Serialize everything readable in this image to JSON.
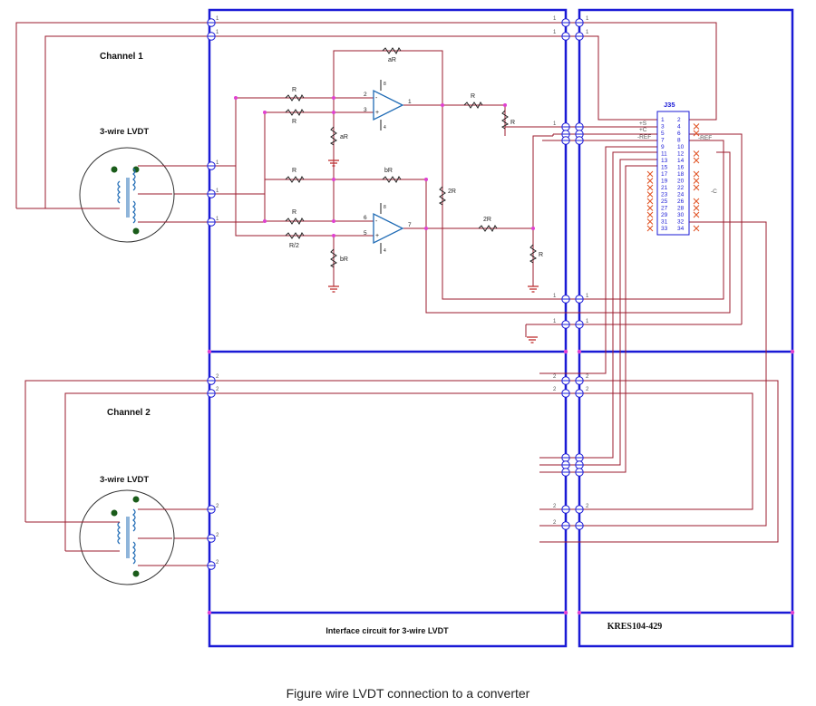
{
  "channel1": {
    "heading": "Channel 1",
    "lvdt_label": "3-wire LVDT"
  },
  "channel2": {
    "heading": "Channel 2",
    "lvdt_label": "3-wire LVDT"
  },
  "components": {
    "resistor_R": "R",
    "resistor_aR": "aR",
    "resistor_bR": "bR",
    "resistor_2R": "2R",
    "resistor_R2": "R/2"
  },
  "opamp_pins": {
    "u1_inv": "2",
    "u1_noninv": "3",
    "u1_out": "1",
    "u2_inv": "6",
    "u2_noninv": "5",
    "u2_out": "7",
    "supply_plus": "8",
    "supply_minus": "4",
    "sign_minus": "-",
    "sign_plus": "+"
  },
  "terminal_marks": {
    "ch1": "1",
    "ch2": "2"
  },
  "connector": {
    "name": "J35",
    "left_pins": [
      "1",
      "3",
      "5",
      "7",
      "9",
      "11",
      "13",
      "15",
      "17",
      "19",
      "21",
      "23",
      "25",
      "27",
      "29",
      "31",
      "33"
    ],
    "right_pins": [
      "2",
      "4",
      "6",
      "8",
      "10",
      "12",
      "14",
      "16",
      "18",
      "20",
      "22",
      "24",
      "26",
      "28",
      "30",
      "32",
      "34"
    ],
    "left_signals": [
      "+S",
      "+C",
      "-REF"
    ],
    "ref_label": "-REF",
    "c_label": "-C"
  },
  "blocks": {
    "interface_title": "Interface circuit for 3-wire LVDT",
    "converter_title": "KRES104-429"
  },
  "caption": "Figure wire LVDT connection to a converter",
  "colors": {
    "frame": "#1a1ad6",
    "wire": "#9b1b2e",
    "component": "#1f6bb5",
    "node": "#e040d0",
    "dot": "#1a5c1a"
  }
}
